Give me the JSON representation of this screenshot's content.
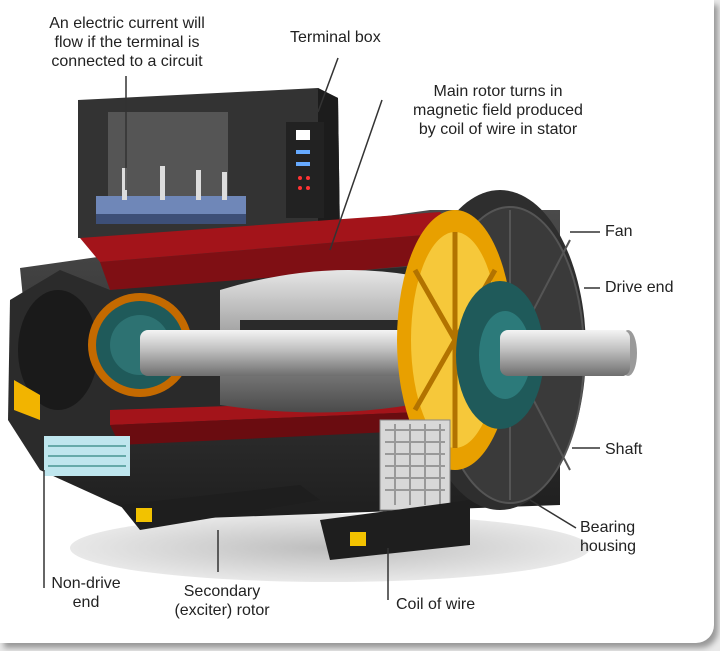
{
  "labels": {
    "electric_current": "An electric current will\nflow if the terminal is\nconnected to a circuit",
    "terminal_box": "Terminal box",
    "main_rotor": "Main rotor turns in\nmagnetic field produced\nby coil of wire in stator",
    "fan": "Fan",
    "drive_end": "Drive end",
    "shaft": "Shaft",
    "bearing_housing": "Bearing\nhousing",
    "coil_of_wire": "Coil of wire",
    "secondary_rotor": "Secondary\n(exciter) rotor",
    "non_drive_end": "Non-drive\nend"
  },
  "colors": {
    "casing": "#3a3a3a",
    "frame_red": "#a3141a",
    "copper_yellow": "#f2b400",
    "fan_orange": "#e8a000",
    "shaft_grey": "#c8c8c8",
    "teal": "#1f5a5a"
  }
}
